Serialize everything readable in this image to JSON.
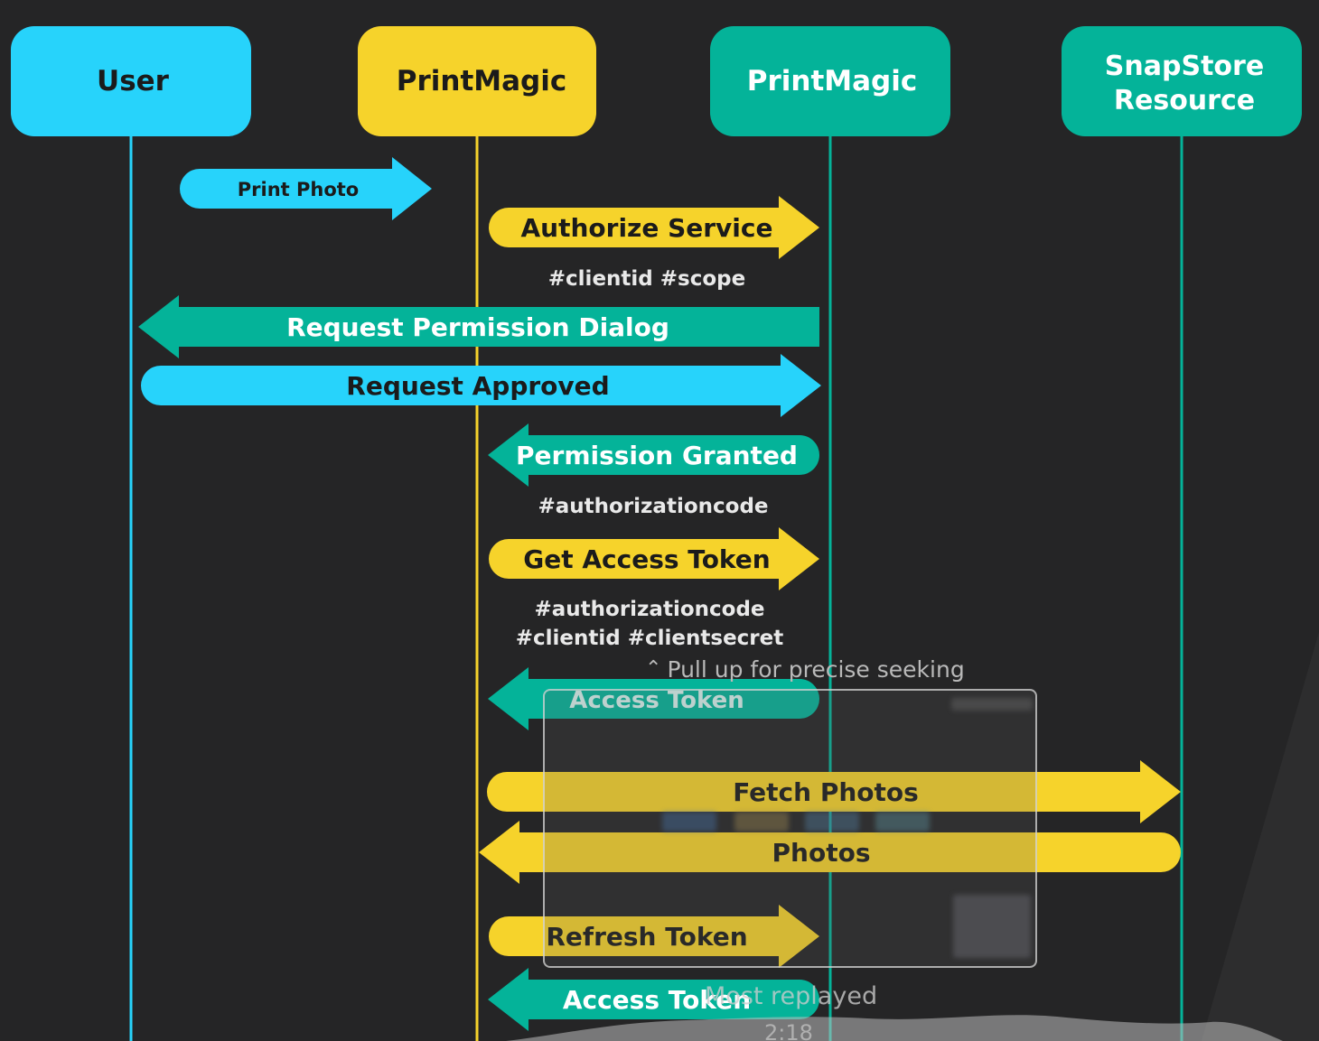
{
  "actors": [
    {
      "id": "user",
      "label": "User",
      "color": "#27d3fb",
      "text_color": "#1b1b1b"
    },
    {
      "id": "printmagic_client",
      "label": "PrintMagic",
      "color": "#f6d32b",
      "text_color": "#1b1b1b"
    },
    {
      "id": "printmagic_auth",
      "label": "PrintMagic",
      "color": "#04b399",
      "text_color": "#ffffff"
    },
    {
      "id": "snapstore",
      "label_line1": "SnapStore",
      "label_line2": "Resource",
      "color": "#04b399",
      "text_color": "#ffffff"
    }
  ],
  "messages": [
    {
      "id": "print-photo",
      "label": "Print Photo",
      "from": "user",
      "to": "printmagic_client",
      "color": "#27d3fb"
    },
    {
      "id": "authorize-service",
      "label": "Authorize Service",
      "from": "printmagic_client",
      "to": "printmagic_auth",
      "color": "#f6d32b"
    },
    {
      "id": "request-permission-dialog",
      "label": "Request Permission Dialog",
      "from": "printmagic_auth",
      "to": "user",
      "color": "#04b399"
    },
    {
      "id": "request-approved",
      "label": "Request Approved",
      "from": "user",
      "to": "printmagic_auth",
      "color": "#27d3fb"
    },
    {
      "id": "permission-granted",
      "label": "Permission Granted",
      "from": "printmagic_auth",
      "to": "printmagic_client",
      "color": "#04b399"
    },
    {
      "id": "get-access-token",
      "label": "Get Access Token",
      "from": "printmagic_client",
      "to": "printmagic_auth",
      "color": "#f6d32b"
    },
    {
      "id": "access-token-1",
      "label": "Access Token",
      "from": "printmagic_auth",
      "to": "printmagic_client",
      "color": "#04b399"
    },
    {
      "id": "fetch-photos",
      "label": "Fetch Photos",
      "from": "printmagic_client",
      "to": "snapstore",
      "color": "#f6d32b"
    },
    {
      "id": "photos",
      "label": "Photos",
      "from": "snapstore",
      "to": "printmagic_client",
      "color": "#f6d32b"
    },
    {
      "id": "refresh-token",
      "label": "Refresh Token",
      "from": "printmagic_client",
      "to": "printmagic_auth",
      "color": "#f6d32b"
    },
    {
      "id": "access-token-2",
      "label": "Access Token",
      "from": "printmagic_auth",
      "to": "printmagic_client",
      "color": "#04b399"
    }
  ],
  "notes": {
    "authorize": "#clientid  #scope",
    "permission": "#authorizationcode",
    "token_line1": "#authorizationcode",
    "token_line2": "#clientid #clientsecret"
  },
  "player": {
    "seek_hint": "Pull up for precise seeking",
    "most_replayed": "Most replayed",
    "timecode": "2:18"
  },
  "colors": {
    "background": "#252526",
    "cyan": "#27d3fb",
    "yellow": "#f6d32b",
    "teal": "#04b399"
  }
}
